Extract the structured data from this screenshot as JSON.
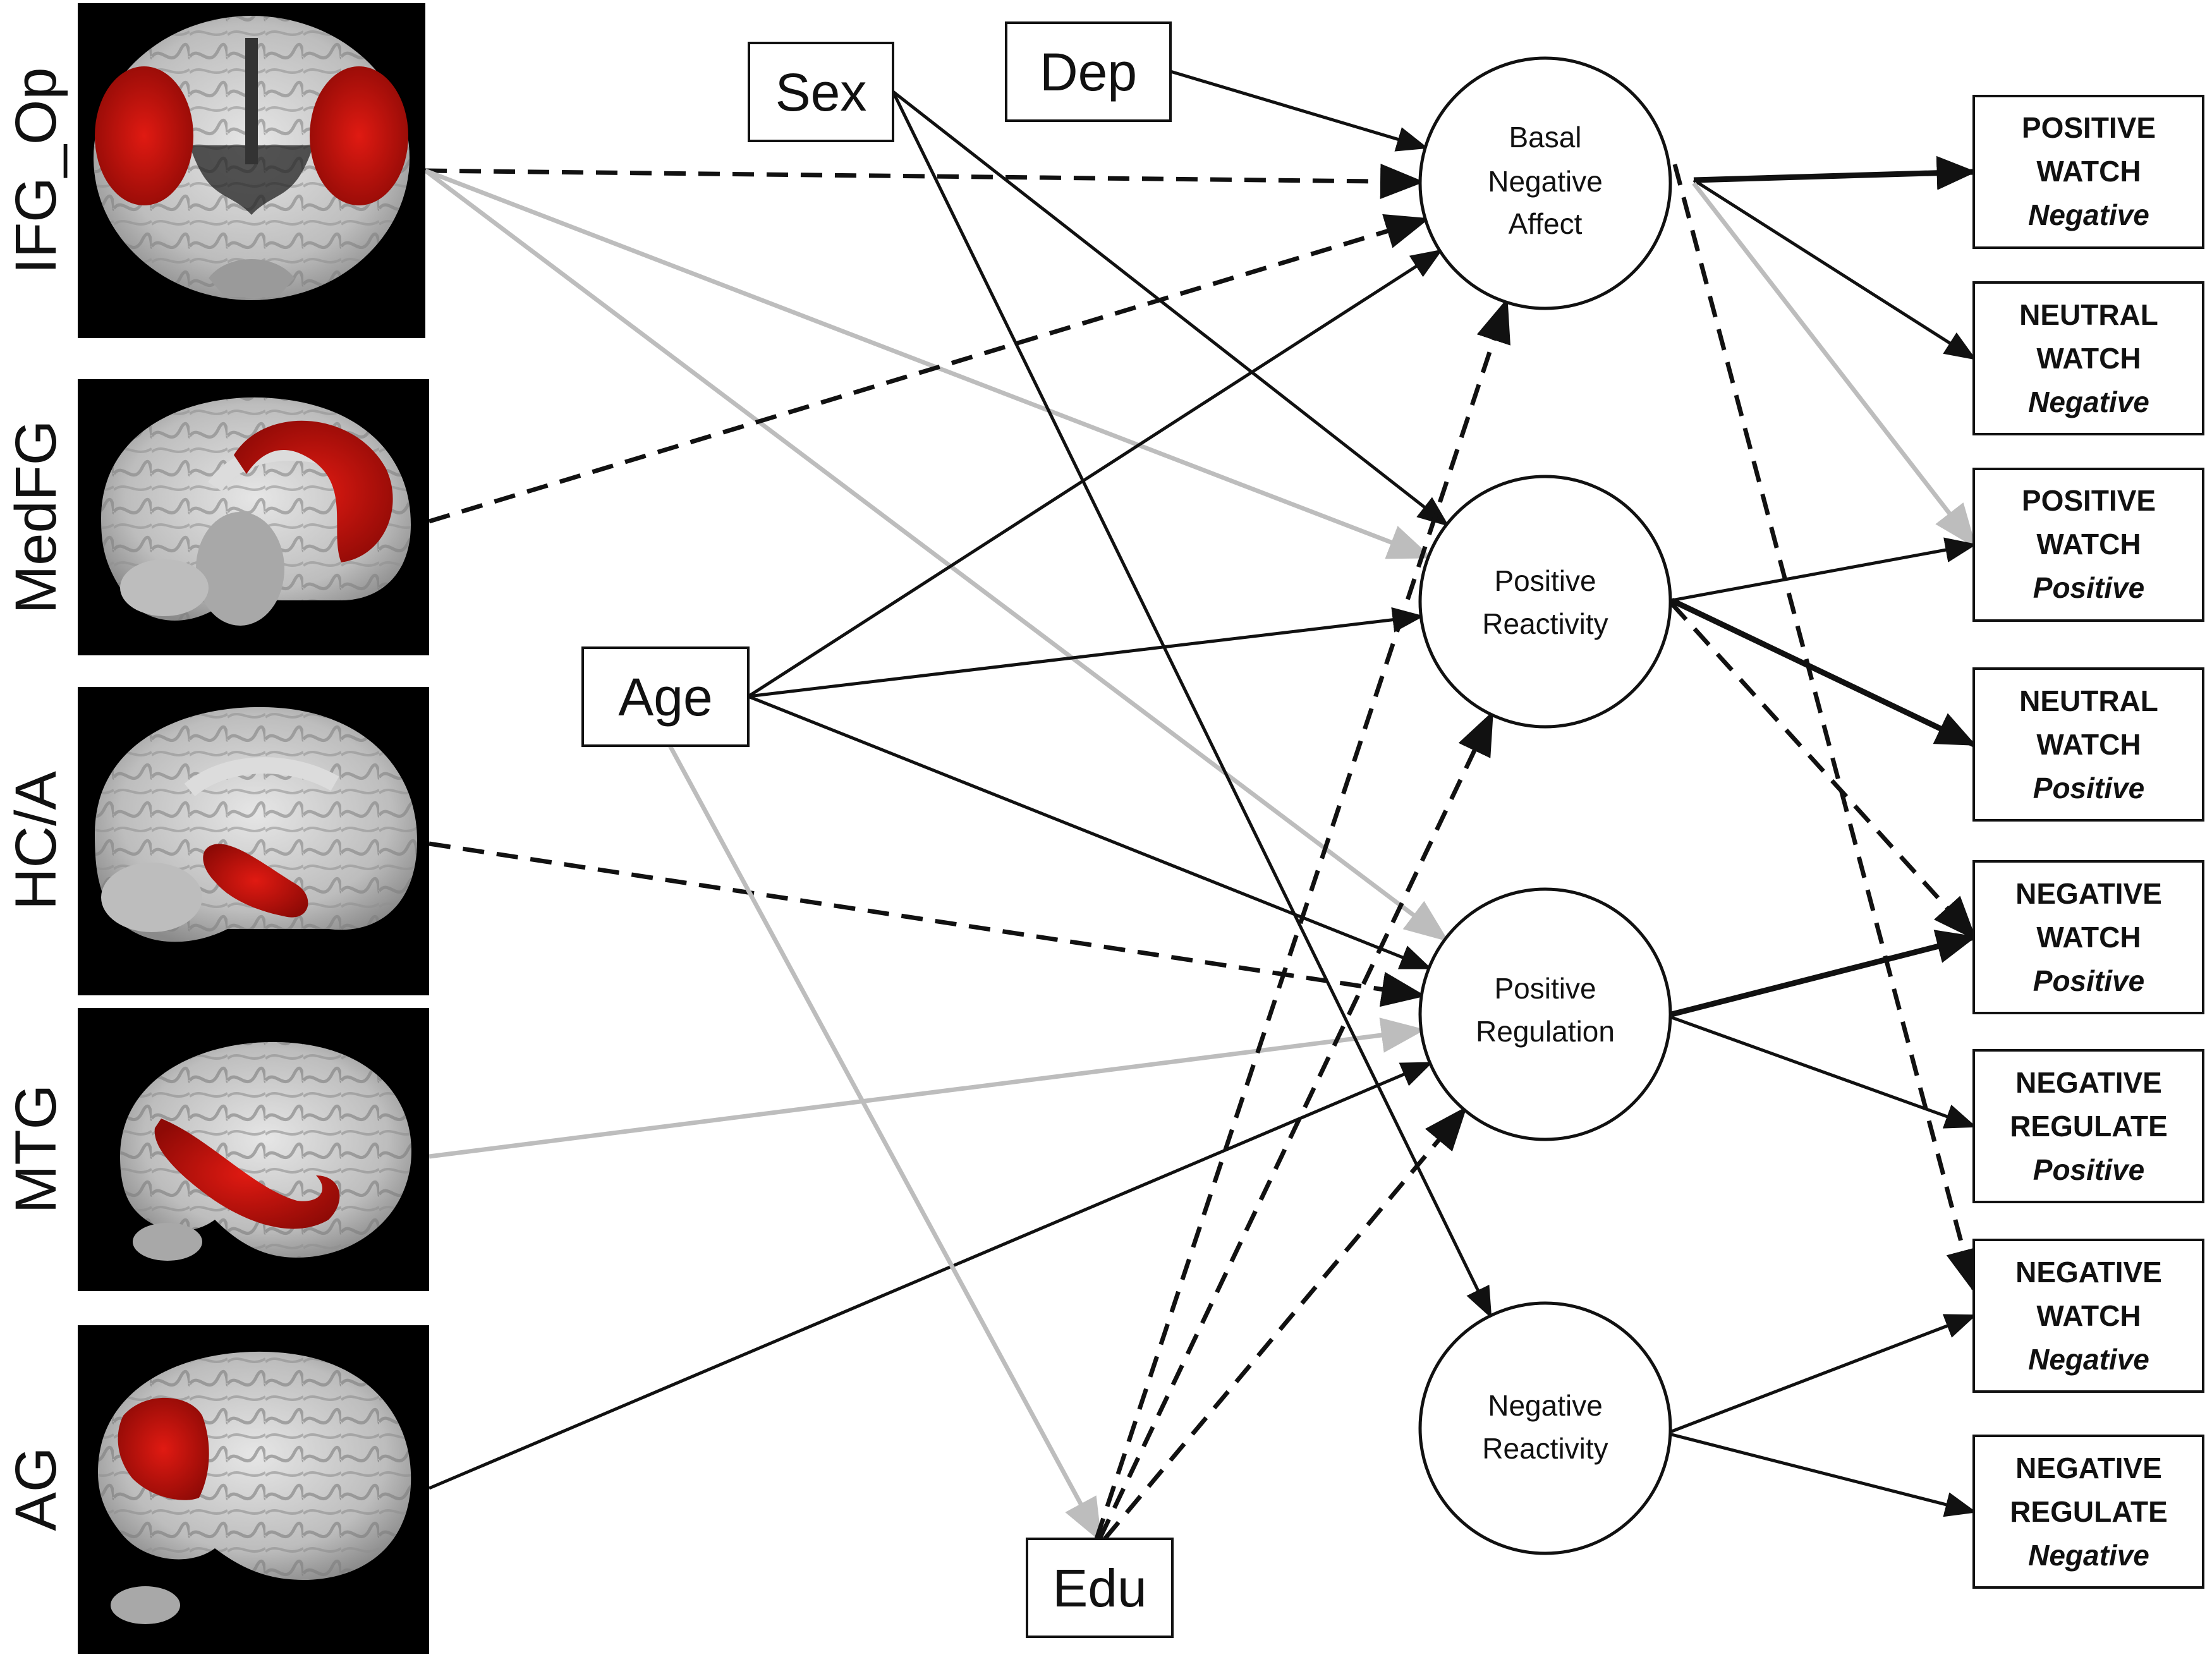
{
  "regions": [
    {
      "id": "ifg",
      "label": "IFG_Op",
      "view": "coronal"
    },
    {
      "id": "medfg",
      "label": "MedFG",
      "view": "sagittal-medial"
    },
    {
      "id": "hca",
      "label": "HC/A",
      "view": "sagittal-medial"
    },
    {
      "id": "mtg",
      "label": "MTG",
      "view": "lateral"
    },
    {
      "id": "ag",
      "label": "AG",
      "view": "lateral"
    }
  ],
  "covariates": [
    {
      "id": "sex",
      "label": "Sex"
    },
    {
      "id": "dep",
      "label": "Dep"
    },
    {
      "id": "age",
      "label": "Age"
    },
    {
      "id": "edu",
      "label": "Edu"
    }
  ],
  "latents": [
    {
      "id": "bna",
      "lines": [
        "Basal",
        "Negative",
        "Affect"
      ]
    },
    {
      "id": "pr",
      "lines": [
        "Positive",
        "Reactivity"
      ]
    },
    {
      "id": "preg",
      "lines": [
        "Positive",
        "Regulation"
      ]
    },
    {
      "id": "nr",
      "lines": [
        "Negative",
        "Reactivity"
      ]
    }
  ],
  "outcomes": [
    {
      "id": "o1",
      "line1": "POSITIVE",
      "line2": "WATCH",
      "line3": "Negative"
    },
    {
      "id": "o2",
      "line1": "NEUTRAL",
      "line2": "WATCH",
      "line3": "Negative"
    },
    {
      "id": "o3",
      "line1": "POSITIVE",
      "line2": "WATCH",
      "line3": "Positive"
    },
    {
      "id": "o4",
      "line1": "NEUTRAL",
      "line2": "WATCH",
      "line3": "Positive"
    },
    {
      "id": "o5",
      "line1": "NEGATIVE",
      "line2": "WATCH",
      "line3": "Positive"
    },
    {
      "id": "o6",
      "line1": "NEGATIVE",
      "line2": "REGULATE",
      "line3": "Positive"
    },
    {
      "id": "o7",
      "line1": "NEGATIVE",
      "line2": "WATCH",
      "line3": "Negative"
    },
    {
      "id": "o8",
      "line1": "NEGATIVE",
      "line2": "REGULATE",
      "line3": "Negative"
    }
  ],
  "paths": [
    {
      "from": "ifg",
      "to": "bna",
      "style": "dashed"
    },
    {
      "from": "ifg",
      "to": "pr",
      "style": "gray"
    },
    {
      "from": "ifg",
      "to": "preg",
      "style": "gray"
    },
    {
      "from": "medfg",
      "to": "bna",
      "style": "dashed"
    },
    {
      "from": "hca",
      "to": "preg",
      "style": "dashed"
    },
    {
      "from": "mtg",
      "to": "preg",
      "style": "gray"
    },
    {
      "from": "ag",
      "to": "preg",
      "style": "solid"
    },
    {
      "from": "sex",
      "to": "pr",
      "style": "solid"
    },
    {
      "from": "sex",
      "to": "nr",
      "style": "solid"
    },
    {
      "from": "dep",
      "to": "bna",
      "style": "solid"
    },
    {
      "from": "age",
      "to": "bna",
      "style": "solid"
    },
    {
      "from": "age",
      "to": "pr",
      "style": "solid"
    },
    {
      "from": "age",
      "to": "preg",
      "style": "solid"
    },
    {
      "from": "age",
      "to": "edu",
      "style": "gray"
    },
    {
      "from": "edu",
      "to": "bna",
      "style": "dashed"
    },
    {
      "from": "edu",
      "to": "pr",
      "style": "dashed"
    },
    {
      "from": "edu",
      "to": "preg",
      "style": "dashed"
    },
    {
      "from": "bna",
      "to": "o1",
      "style": "thick"
    },
    {
      "from": "bna",
      "to": "o2",
      "style": "solid"
    },
    {
      "from": "bna",
      "to": "o3",
      "style": "gray"
    },
    {
      "from": "bna",
      "to": "o7",
      "style": "dashed"
    },
    {
      "from": "pr",
      "to": "o3",
      "style": "solid"
    },
    {
      "from": "pr",
      "to": "o4",
      "style": "thick"
    },
    {
      "from": "pr",
      "to": "o5",
      "style": "dashed"
    },
    {
      "from": "preg",
      "to": "o5",
      "style": "thick"
    },
    {
      "from": "preg",
      "to": "o6",
      "style": "solid"
    },
    {
      "from": "nr",
      "to": "o7",
      "style": "solid"
    },
    {
      "from": "nr",
      "to": "o8",
      "style": "solid"
    }
  ],
  "colors": {
    "solid": "#111111",
    "gray": "#bdbdbd",
    "roi": "#c0120c",
    "panel": "#000000"
  }
}
